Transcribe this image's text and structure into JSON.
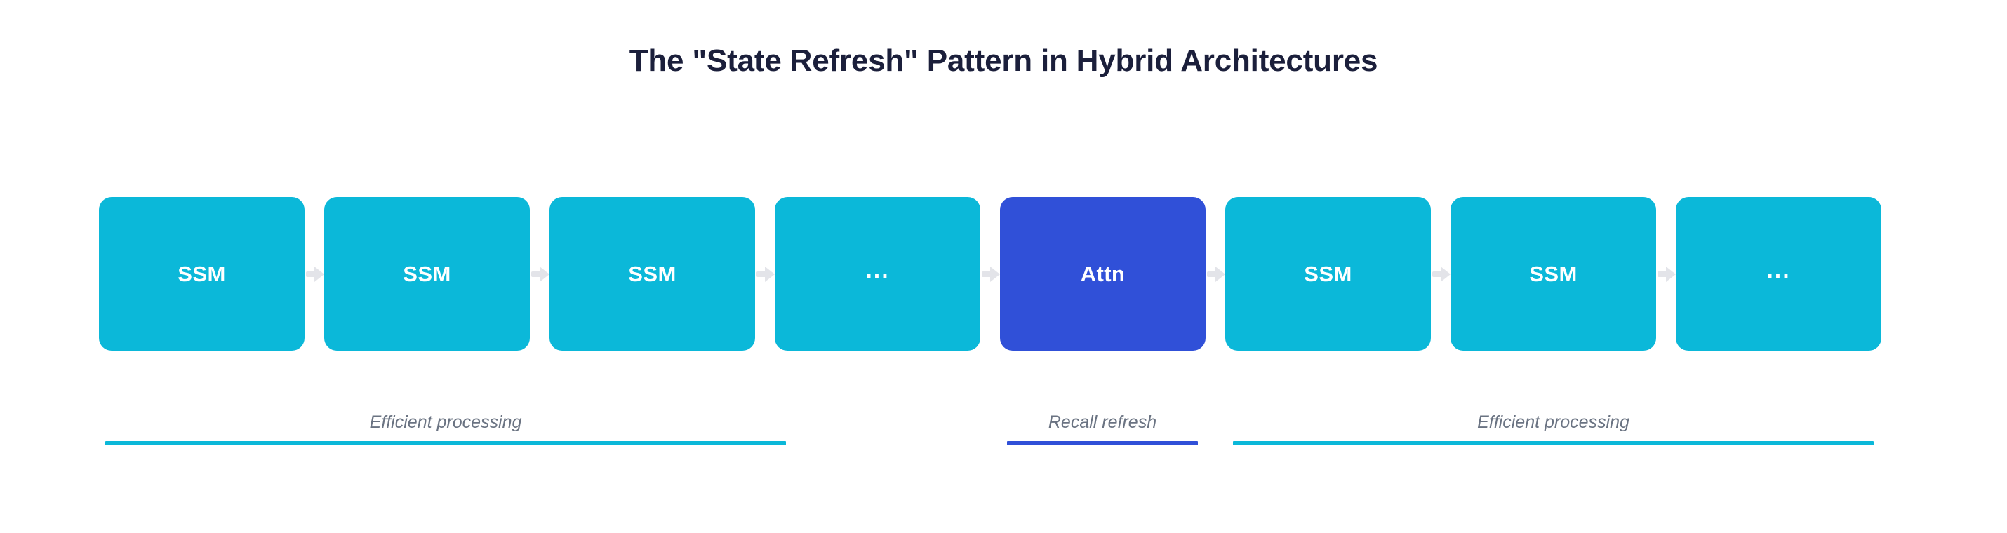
{
  "figure": {
    "title": "The \"State Refresh\" Pattern in Hybrid Architectures",
    "background": "#ffffff"
  },
  "colors": {
    "ssm": "#0bb8d9",
    "attention": "#3050d8",
    "arrow": "#e3e4e9",
    "title_text": "#1b1f3b",
    "annotation_text": "#6a7382"
  },
  "blocks": [
    {
      "label": "SSM",
      "kind": "ssm"
    },
    {
      "label": "SSM",
      "kind": "ssm"
    },
    {
      "label": "SSM",
      "kind": "ssm"
    },
    {
      "label": "...",
      "kind": "ssm-ellipsis"
    },
    {
      "label": "Attn",
      "kind": "attention"
    },
    {
      "label": "SSM",
      "kind": "ssm"
    },
    {
      "label": "SSM",
      "kind": "ssm"
    },
    {
      "label": "...",
      "kind": "ssm-ellipsis"
    }
  ],
  "phases": [
    {
      "label": "Efficient processing",
      "bar_color": "#0bb8d9"
    },
    {
      "label": "Recall refresh",
      "bar_color": "#3050d8"
    },
    {
      "label": "Efficient processing",
      "bar_color": "#0bb8d9"
    }
  ]
}
